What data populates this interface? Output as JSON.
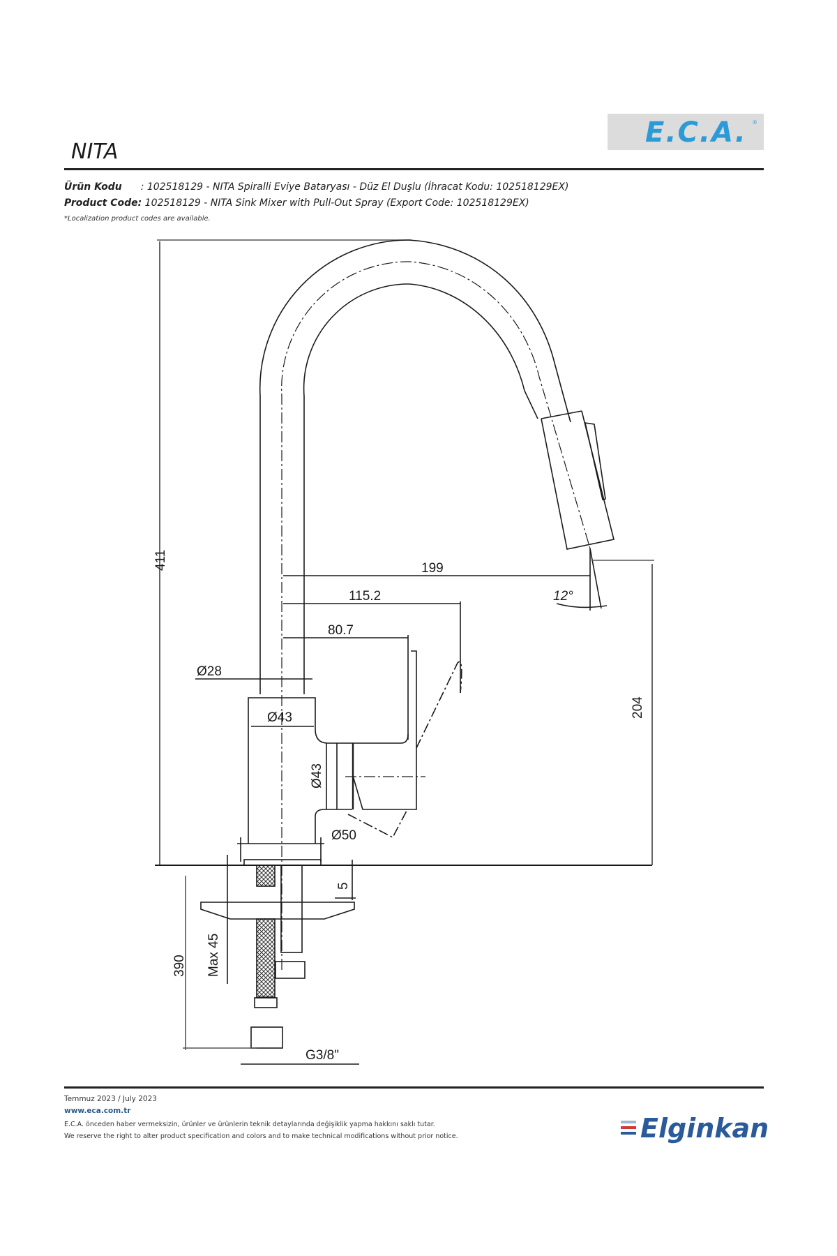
{
  "header": {
    "title": "NITA",
    "brand_logo": "E.C.A.",
    "brand_logo_mark": "®",
    "urun_kodu_label": "Ürün Kodu",
    "urun_kodu_value": ": 102518129 - NITA Spiralli Eviye Bataryası - Düz El Duşlu (İhracat Kodu: 102518129EX)",
    "product_code_label": "Product Code:",
    "product_code_value": "102518129  - NITA Sink Mixer with Pull-Out Spray (Export Code: 102518129EX)",
    "note": "*Localization product codes are available."
  },
  "drawing": {
    "dimensions": {
      "total_height": "411",
      "spout_reach": "199",
      "lever_reach": "115.2",
      "body_reach": "80.7",
      "spout_diameter": "Ø28",
      "body_diameter": "Ø43",
      "cartridge_diameter": "Ø43",
      "base_diameter": "Ø50",
      "spout_outlet_height": "204",
      "spray_angle": "12°",
      "base_thickness": "5",
      "max_counter_thickness": "Max 45",
      "hose_length": "390",
      "connection_thread": "G3/8\""
    }
  },
  "footer": {
    "date": "Temmuz 2023 / July 2023",
    "website": "www.eca.com.tr",
    "disclaimer_tr": "E.C.A. önceden haber vermeksizin, ürünler ve ürünlerin teknik detaylarında değişiklik yapma hakkını saklı tutar.",
    "disclaimer_en": "We reserve the right to alter product specification and colors and to make technical modifications without prior notice.",
    "company_logo": "Elginkan",
    "company_logo_colors": [
      "#9fb8cc",
      "#d23a3a",
      "#2a5a9a"
    ]
  }
}
